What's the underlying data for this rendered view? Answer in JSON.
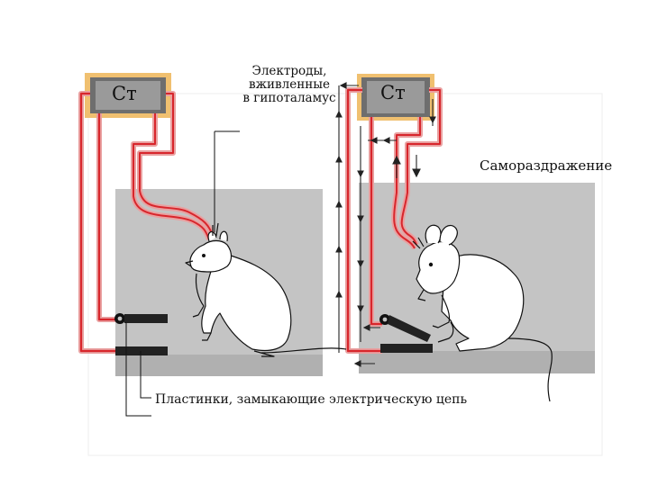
{
  "labels": {
    "stimulator_left": "Ст",
    "stimulator_right": "Ст",
    "electrodes": [
      "Электроды,",
      "вживленные",
      "в гипоталамус"
    ],
    "self_stimulation": "Самораздражение",
    "plates": "Пластинки, замыкающие электрическую цепь"
  },
  "colors": {
    "wire": "#d8262c",
    "wire_pink": "#e9a0a0",
    "stimulator": "#6e6e6e",
    "stimulator_border": "#f0c070",
    "chamber": "#c4c4c4",
    "plate": "#222222"
  }
}
